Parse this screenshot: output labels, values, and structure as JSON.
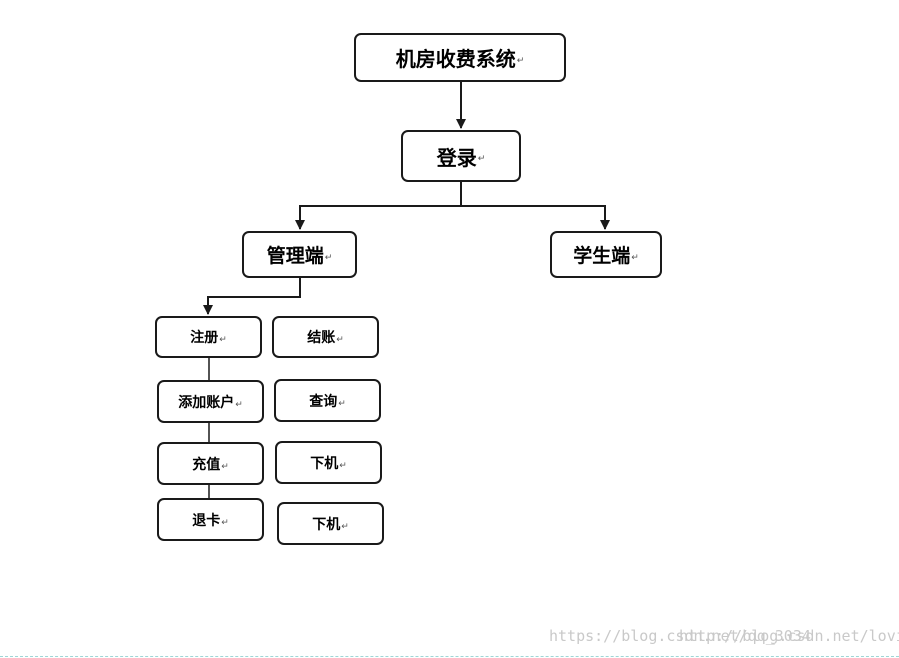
{
  "diagram": {
    "nodes": {
      "system": "机房收费系统",
      "login": "登录",
      "admin": "管理端",
      "student": "学生端",
      "register": "注册",
      "checkout": "结账",
      "add_account": "添加账户",
      "query": "查询",
      "recharge": "充值",
      "logout_1": "下机",
      "cancel_card": "退卡",
      "logout_2": "下机"
    },
    "paragraph_mark": "↵",
    "colors": {
      "line": "#1a1a1a",
      "watermark": "#c9c9c9",
      "footer_dash": "#9fd6d6"
    }
  },
  "watermark": {
    "line1": "https://blog.csdn.net/qq_3034",
    "line2": "http://blog.csdn.net/lovin"
  }
}
